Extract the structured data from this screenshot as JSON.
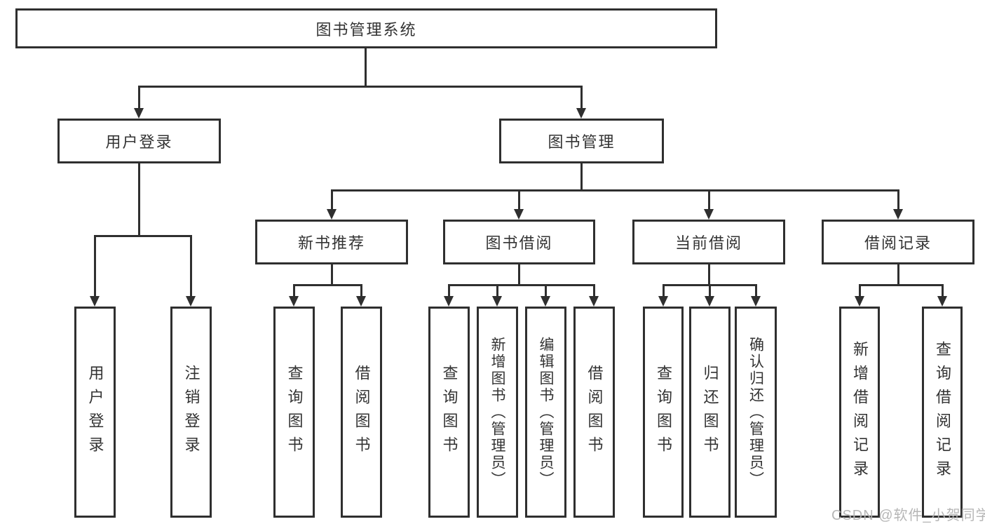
{
  "nodes": {
    "root": "图书管理系统",
    "user_login": "用户登录",
    "book_mgmt": "图书管理",
    "user_login_children": [
      "用户登录",
      "注销登录"
    ],
    "book_mgmt_sections": [
      {
        "label": "新书推荐",
        "children": [
          "查询图书",
          "借阅图书"
        ]
      },
      {
        "label": "图书借阅",
        "children": [
          "查询图书",
          "新增图书（管理员）",
          "编辑图书（管理员）",
          "借阅图书"
        ]
      },
      {
        "label": "当前借阅",
        "children": [
          "查询图书",
          "归还图书",
          "确认归还（管理员）"
        ]
      },
      {
        "label": "借阅记录",
        "children": [
          "新增借阅记录",
          "查询借阅记录"
        ]
      }
    ]
  },
  "colors": {
    "line": "#2f2f2f",
    "text": "#333333",
    "watermark": "#b3b3b3"
  },
  "watermark": "CSDN @软件_小贺同学"
}
